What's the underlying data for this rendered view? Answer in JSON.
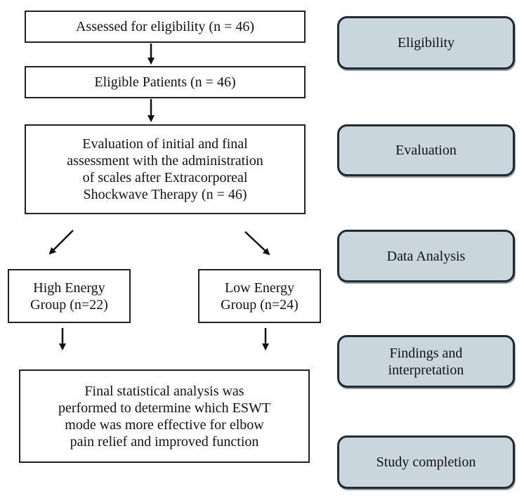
{
  "flow": {
    "assessed": "Assessed for eligibility (n = 46)",
    "eligible": "Eligible Patients (n = 46)",
    "evaluation": "Evaluation of initial and final\nassessment with the administration\nof scales after Extracorporeal\nShockwave Therapy (n = 46)",
    "high_group": "High Energy\nGroup (n=22)",
    "low_group": "Low Energy\nGroup (n=24)",
    "final": "Final statistical analysis was\nperformed to determine which ESWT\nmode was more effective for elbow\npain relief and improved function"
  },
  "stages": {
    "eligibility": "Eligibility",
    "evaluation": "Evaluation",
    "data_analysis": "Data Analysis",
    "findings": "Findings and\ninterpretation",
    "completion": "Study completion"
  },
  "colors": {
    "stage_fill": "#c9d6de",
    "stage_border": "#1f2a33",
    "arrow": "#111111"
  }
}
